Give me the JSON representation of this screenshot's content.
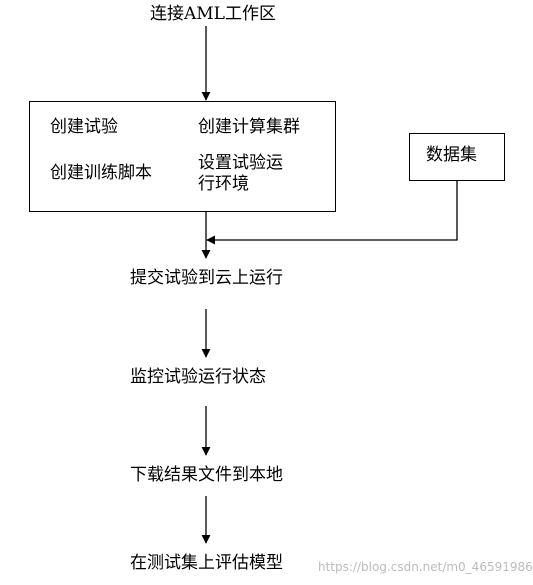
{
  "diagram": {
    "step_connect": "连接AML工作区",
    "box_items": {
      "create_experiment": "创建试验",
      "create_cluster": "创建计算集群",
      "create_script": "创建训练脚本",
      "set_env_line1": "设置试验运",
      "set_env_line2": "行环境"
    },
    "dataset": "数据集",
    "step_submit": "提交试验到云上运行",
    "step_monitor": "监控试验运行状态",
    "step_download": "下载结果文件到本地",
    "step_evaluate": "在测试集上评估模型"
  },
  "watermark": "https://blog.csdn.net/m0_46591986"
}
